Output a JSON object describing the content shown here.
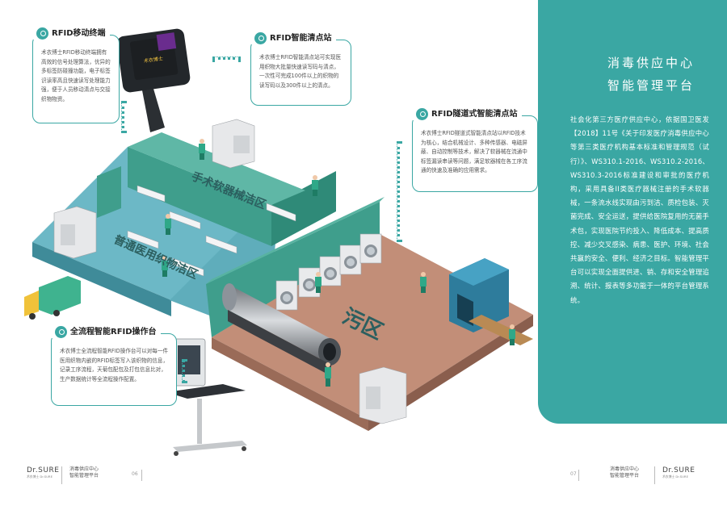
{
  "panel": {
    "title_line1": "消毒供应中心",
    "title_line2": "智能管理平台",
    "body": "社会化第三方医疗供应中心，依据国卫医发【2018】11号《关于印发医疗消毒供应中心等第三类医疗机构基本标准和管理规范（试行）》、WS310.1-2016、WS310.2-2016、WS310.3-2016标准建设和审批的医疗机构，采用具备II类医疗器械注册的手术软器械，一条流水线实现由污到洁、质检包装、灭菌完成、安全运送，提供给医院复用的无菌手术包，实现医院节约投入、降低成本、提高质控、减少交叉感染、病患、医护、环境、社会共赢的安全、便利、经济之目标。智能管理平台可以实现全面提供进、销、存和安全管理追溯、统计、报表等多功能于一体的平台管理系统。"
  },
  "cards": {
    "mobile": {
      "title": "RFID移动终端",
      "text": "术衣博士RFID移动终端拥有高效的信号处理算法，优异的多标签防碰撞功能，电子标签识读率高且快速读写处理能力强，便于人员移动清点与交接织物物资。"
    },
    "station": {
      "title": "RFID智能清点站",
      "text": "术衣博士RFID智能清点站可实现医用织物大批量快速读写码与清点，一次性可完成100件以上的织物的读写码以及300件以上的清点。"
    },
    "tunnel": {
      "title": "RFID隧道式智能清点站",
      "text": "术衣博士RFID隧道式智能清点站以RFID技术为核心，结合机械设计、多种传感器、电磁屏蔽、自动控制等技术，解决了软器械在流通中标签漏读串读等问题，满足软器械在各工序流通的快速及准确的应用需求。"
    },
    "console": {
      "title": "全流程智能RFID操作台",
      "text": "术衣博士全流程智能RFID操作台可以对每一件医用织物内嵌的RFID标签写入该织物的信息，记录工序流程，天菊包配包及打包信息比对，生产数据统计等全流程操作配置。"
    }
  },
  "zones": {
    "surgical": "手术软器械洁区",
    "general": "普通医用织物洁区",
    "dirty": "污区"
  },
  "device": {
    "screen_logo": "术衣博士"
  },
  "footer": {
    "left_brand": "Dr.SURE",
    "left_brand_sub": "术衣博士 Dr.SURE",
    "left_caption1": "消毒供应中心",
    "left_caption2": "智能管理平台",
    "left_page": "06",
    "right_page": "07",
    "right_caption1": "消毒供应中心",
    "right_caption2": "智能管理平台",
    "right_brand": "Dr.SURE",
    "right_brand_sub": "术衣博士 Dr.SURE"
  },
  "colors": {
    "accent": "#3aa7a3",
    "wall": "#3f9e8c",
    "clean_floor": "#6cb8c6",
    "dirty_floor": "#c28e78"
  }
}
